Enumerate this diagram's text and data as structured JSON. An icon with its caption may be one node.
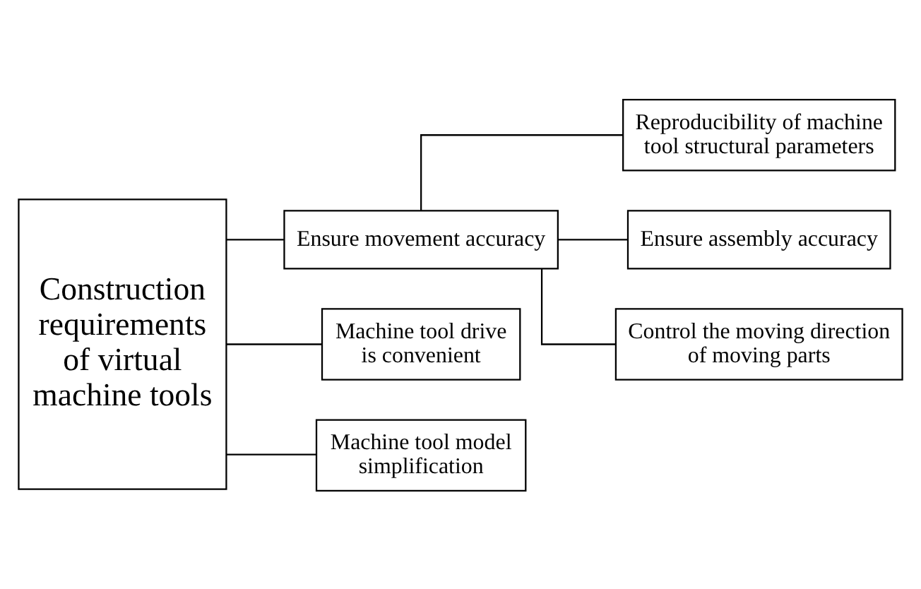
{
  "diagram": {
    "nodes": [
      {
        "text": [
          "Construction requirements of virtual machine tools"
        ]
      },
      {
        "text": [
          "Ensure movement accuracy"
        ]
      },
      {
        "text": [
          "Machine tool drive is convenient"
        ]
      },
      {
        "text": [
          "Machine tool model simplification"
        ]
      },
      {
        "text": [
          "Reproducibility of machine tool structural parameters"
        ]
      },
      {
        "text": [
          "Ensure assembly accuracy"
        ]
      },
      {
        "text": [
          "Control the moving direction of moving parts"
        ]
      }
    ],
    "edges": [
      {
        "from": 0,
        "to": 1,
        "arrow": "none"
      },
      {
        "from": 0,
        "to": 2,
        "arrow": "none"
      },
      {
        "from": 0,
        "to": 3,
        "arrow": "none"
      },
      {
        "from": 1,
        "to": 4,
        "arrow": "none"
      },
      {
        "from": 1,
        "to": 5,
        "arrow": "none"
      },
      {
        "from": 1,
        "to": 6,
        "arrow": "none"
      }
    ]
  }
}
